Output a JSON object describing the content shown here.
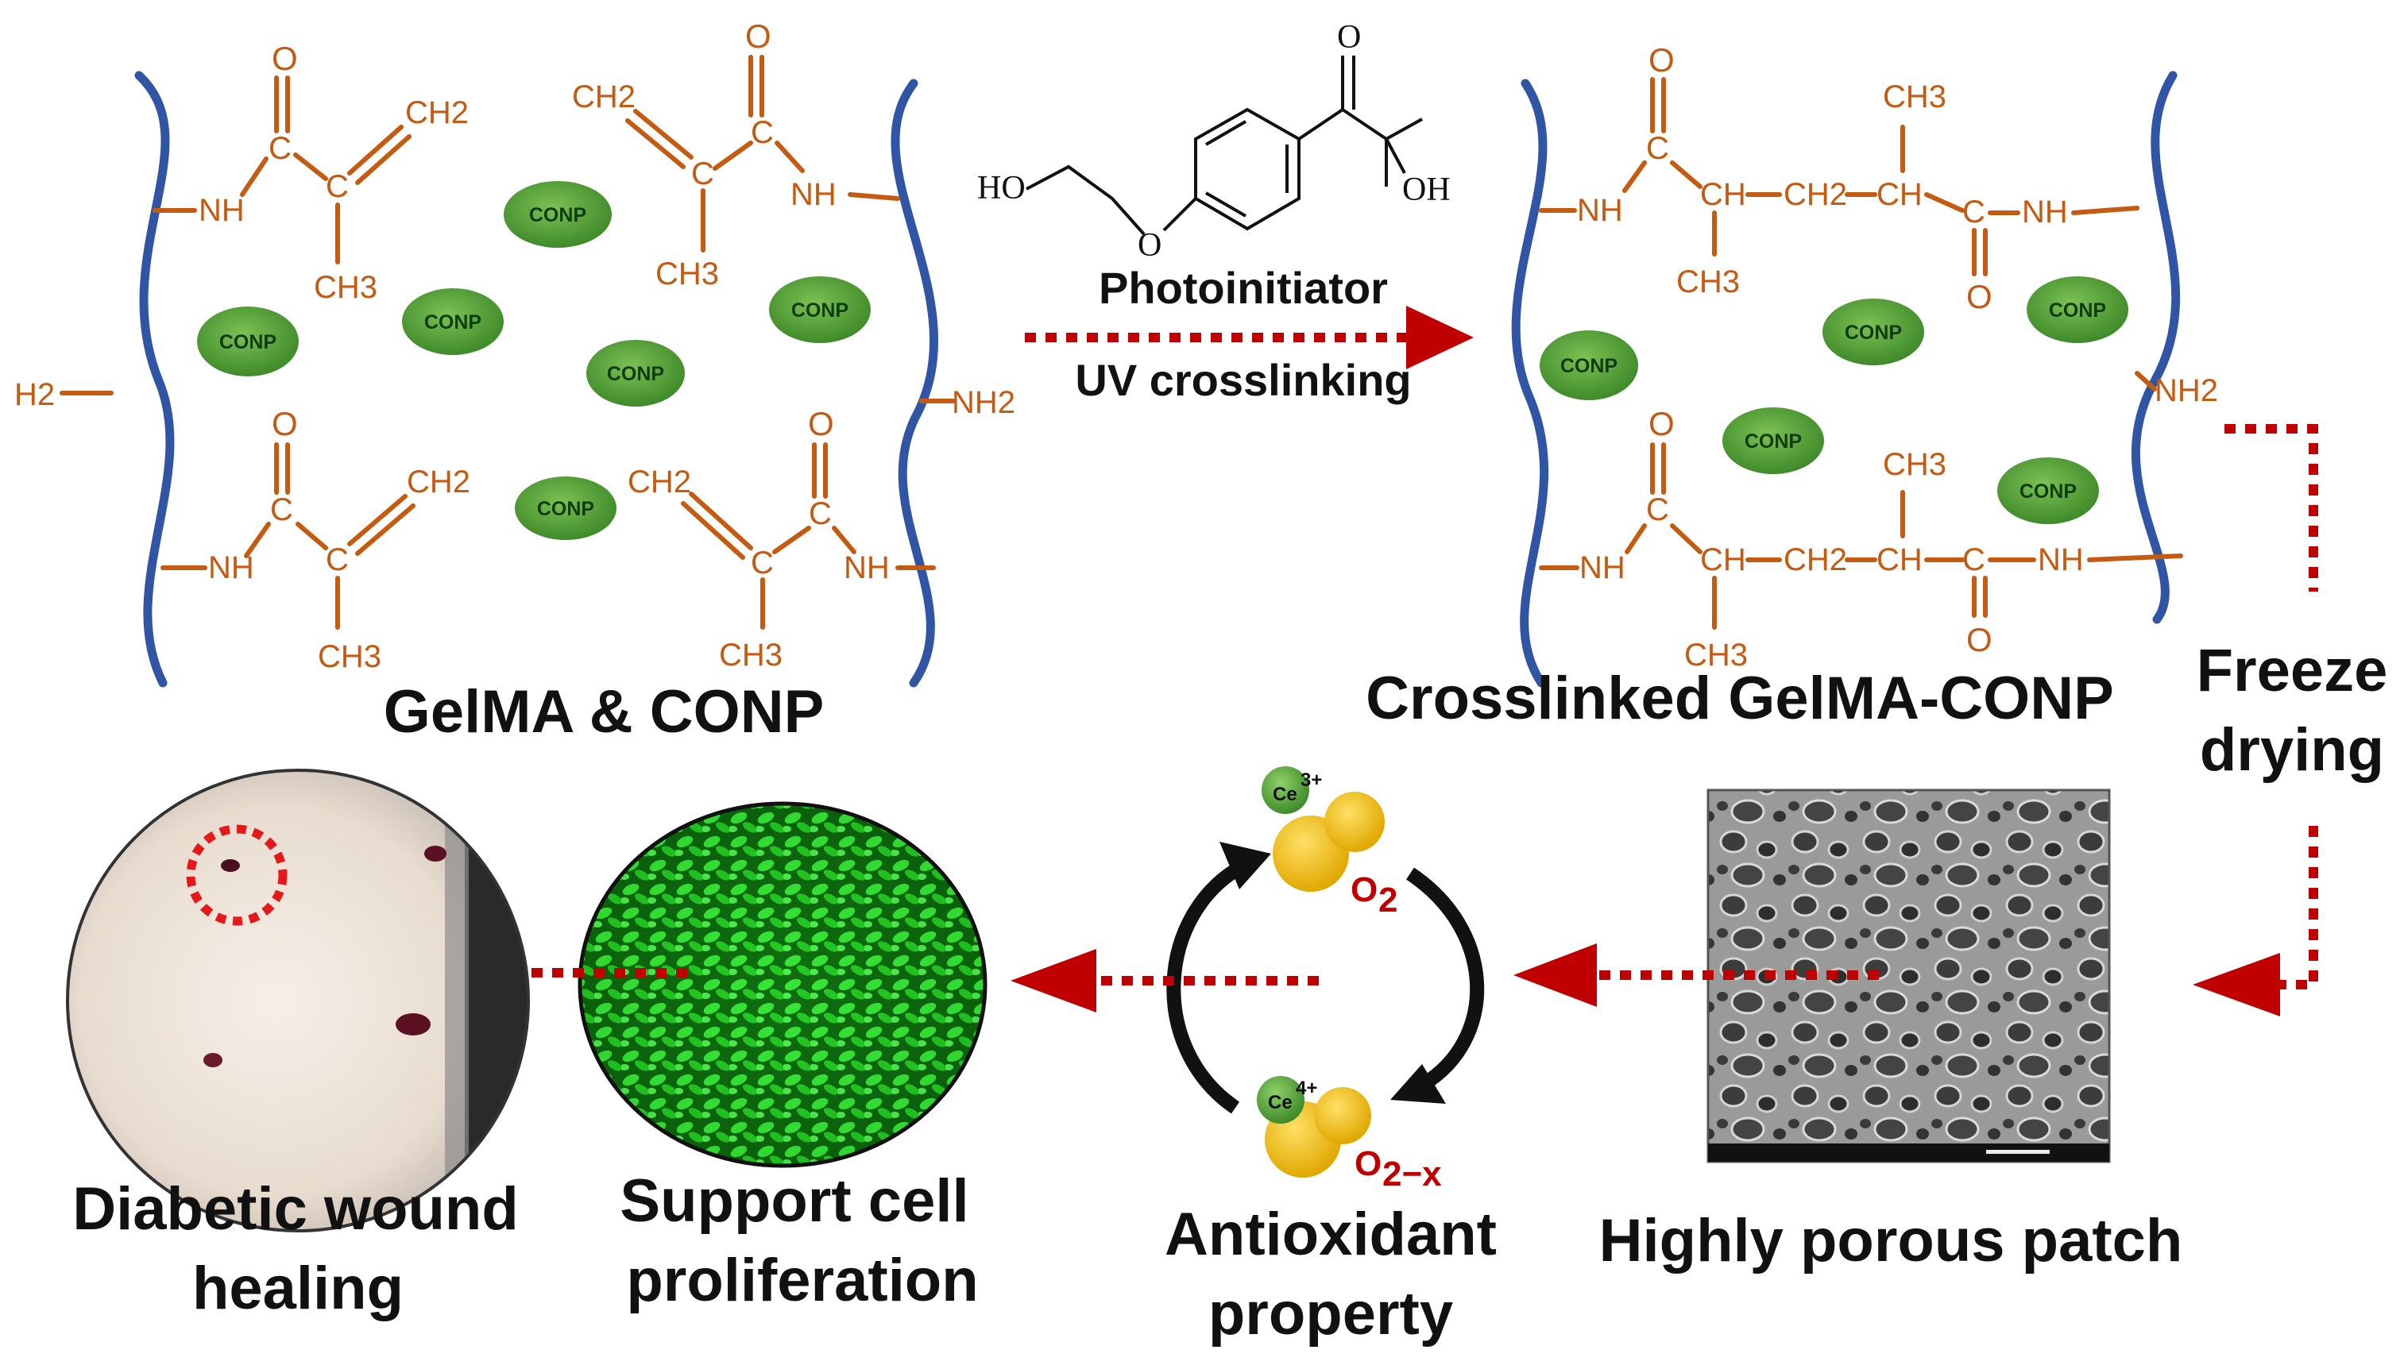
{
  "left_panel": {
    "caption": "GelMA & CONP",
    "atoms": {
      "o": "O",
      "nh": "NH",
      "ch2": "CH2",
      "ch3": "CH3",
      "c": "C",
      "nh2": "NH2",
      "h2": "H2"
    }
  },
  "right_panel": {
    "caption": "Crosslinked GelMA-CONP",
    "atoms": {
      "ch": "CH",
      "ch2": "CH2",
      "ch3": "CH3",
      "nh": "NH",
      "nh2": "NH2",
      "c": "C",
      "o": "O"
    }
  },
  "nanoparticle_label": "CONP",
  "photoinitiator": {
    "line1": "Photoinitiator",
    "line2": "UV crosslinking",
    "atoms": {
      "ho": "HO",
      "oh": "OH",
      "o": "O"
    }
  },
  "freeze_drying": {
    "line1": "Freeze",
    "line2": "drying"
  },
  "bottom": {
    "wound_line1": "Diabetic wound",
    "wound_line2": "healing",
    "cell_line1": "Support cell",
    "cell_line2": "proliferation",
    "antiox_line1": "Antioxidant",
    "antiox_line2": "property",
    "patch": "Highly porous patch"
  },
  "redox": {
    "ce3": "Ce",
    "ce3_charge": "3+",
    "ce4": "Ce",
    "ce4_charge": "4+",
    "o2": "O",
    "o2_sub": "2",
    "o2x": "O",
    "o2x_sub": "2−x"
  },
  "colors": {
    "backbone": "#2f55a4",
    "bond": "#c55a11",
    "nanoparticle": "#5fa83a",
    "arrow": "#c00000",
    "ceria": "#f2b705"
  }
}
